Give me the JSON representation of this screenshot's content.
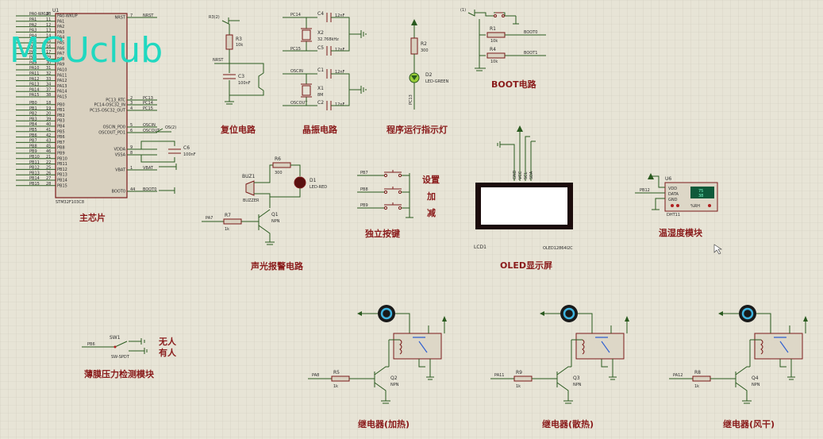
{
  "watermark": "MCUclub",
  "sections": {
    "main_chip": "主芯片",
    "reset": "复位电路",
    "crystal": "晶振电路",
    "run_led": "程序运行指示灯",
    "boot": "BOOT电路",
    "buzzer_alarm": "声光报警电路",
    "keys": "独立按键",
    "oled": "OLED显示屏",
    "temp_humi": "温湿度模块",
    "pressure": "薄膜压力检测模块",
    "relay_heat": "继电器(加热)",
    "relay_fan": "继电器(散热)",
    "relay_dry": "继电器(风干)"
  },
  "key_labels": [
    "设置",
    "加",
    "减"
  ],
  "pressure_labels": [
    "无人",
    "有人"
  ],
  "mcu": {
    "ref": "U1",
    "part": "STM32F103C8",
    "left_pins": [
      {
        "name": "PA0-WKUP",
        "num": "10"
      },
      {
        "name": "PA1",
        "num": "11"
      },
      {
        "name": "PA2",
        "num": "12"
      },
      {
        "name": "PA3",
        "num": "13"
      },
      {
        "name": "PA4",
        "num": "14"
      },
      {
        "name": "PA5",
        "num": "15"
      },
      {
        "name": "PA6",
        "num": "16"
      },
      {
        "name": "PA7",
        "num": "17"
      },
      {
        "name": "PA8",
        "num": "29"
      },
      {
        "name": "PA9",
        "num": "30"
      },
      {
        "name": "PA10",
        "num": "31"
      },
      {
        "name": "PA11",
        "num": "32"
      },
      {
        "name": "PA12",
        "num": "33"
      },
      {
        "name": "PA13",
        "num": "34"
      },
      {
        "name": "PA14",
        "num": "37"
      },
      {
        "name": "PA15",
        "num": "38"
      },
      {
        "name": "PB0",
        "num": "18"
      },
      {
        "name": "PB1",
        "num": "19"
      },
      {
        "name": "PB2",
        "num": "20"
      },
      {
        "name": "PB3",
        "num": "39"
      },
      {
        "name": "PB4",
        "num": "40"
      },
      {
        "name": "PB5",
        "num": "41"
      },
      {
        "name": "PB6",
        "num": "42"
      },
      {
        "name": "PB7",
        "num": "43"
      },
      {
        "name": "PB8",
        "num": "45"
      },
      {
        "name": "PB9",
        "num": "46"
      },
      {
        "name": "PB10",
        "num": "21"
      },
      {
        "name": "PB11",
        "num": "22"
      },
      {
        "name": "PB12",
        "num": "25"
      },
      {
        "name": "PB13",
        "num": "26"
      },
      {
        "name": "PB14",
        "num": "27"
      },
      {
        "name": "PB15",
        "num": "28"
      }
    ],
    "right_pins": [
      {
        "name": "NRST",
        "num": "7",
        "net": "NRST"
      },
      {
        "name": "PC13_RTC",
        "num": "2",
        "net": "PC13"
      },
      {
        "name": "PC14-OSC32_IN",
        "num": "3",
        "net": "PC14"
      },
      {
        "name": "PC15-OSC32_OUT",
        "num": "4",
        "net": "PC15"
      },
      {
        "name": "OSCIN_PD0",
        "num": "5",
        "net": "OSCIN"
      },
      {
        "name": "OSCOUT_PD1",
        "num": "6",
        "net": "OSCOUT"
      },
      {
        "name": "VDDA",
        "num": "9",
        "net": ""
      },
      {
        "name": "VSSA",
        "num": "8",
        "net": ""
      },
      {
        "name": "VBAT",
        "num": "1",
        "net": "VBAT"
      },
      {
        "name": "BOOT0",
        "num": "44",
        "net": "BOOT0"
      }
    ]
  },
  "components": {
    "c6": {
      "ref": "C6",
      "val": "100nF"
    },
    "r3": {
      "ref": "R3",
      "val": "10k"
    },
    "c3": {
      "ref": "C3",
      "val": "100nF"
    },
    "r3_probe": "R3(2)",
    "nrst": "NRST",
    "x2": {
      "ref": "X2",
      "val": "32.768kHz"
    },
    "c4": {
      "ref": "C4",
      "val": "12nF"
    },
    "c5": {
      "ref": "C5",
      "val": "12nF"
    },
    "x1": {
      "ref": "X1",
      "val": "8M"
    },
    "c1": {
      "ref": "C1",
      "val": "12nF"
    },
    "c2": {
      "ref": "C2",
      "val": "12nF"
    },
    "xtal_nets": [
      "PC14",
      "PC15",
      "OSCIN",
      "OSCOUT"
    ],
    "r2": {
      "ref": "R2",
      "val": "300"
    },
    "d2": {
      "ref": "D2",
      "val": "LED-GREEN"
    },
    "d2_net": "PC13",
    "r1": {
      "ref": "R1",
      "val": "10k"
    },
    "r4": {
      "ref": "R4",
      "val": "10k"
    },
    "boot_nets": [
      "BOOT0",
      "BOOT1"
    ],
    "boot_probe": "(1)",
    "osc_probe": "OS(2)",
    "buz1": {
      "ref": "BUZ1",
      "val": "BUZZER"
    },
    "r6": {
      "ref": "R6",
      "val": "300"
    },
    "d1": {
      "ref": "D1",
      "val": "LED-RED"
    },
    "r7": {
      "ref": "R7",
      "val": "1k"
    },
    "q1": {
      "ref": "Q1",
      "val": "NPN"
    },
    "buz_net": "PA7",
    "key_nets": [
      "PB7",
      "PB8",
      "PB9"
    ],
    "lcd1": {
      "ref": "LCD1",
      "val": "OLED12864I2C"
    },
    "oled_pins": [
      "GND",
      "VCC",
      "SCL",
      "SDA"
    ],
    "u6": {
      "ref": "U6",
      "val": "DHT11",
      "pins": [
        "VDD",
        "DATA",
        "GND"
      ],
      "net": "PB12",
      "display": [
        "75",
        "38"
      ],
      "buttons": "%RH"
    },
    "sw1": {
      "ref": "SW1",
      "val": "SW-SPDT",
      "net": "PB6"
    },
    "q2": {
      "ref": "Q2",
      "val": "NPN",
      "r": "R5",
      "rval": "1k",
      "net": "PA8"
    },
    "q3": {
      "ref": "Q3",
      "val": "NPN",
      "r": "R9",
      "rval": "1k",
      "net": "PA11"
    },
    "q4": {
      "ref": "Q4",
      "val": "NPN",
      "r": "R8",
      "rval": "1k",
      "net": "PA12"
    }
  }
}
